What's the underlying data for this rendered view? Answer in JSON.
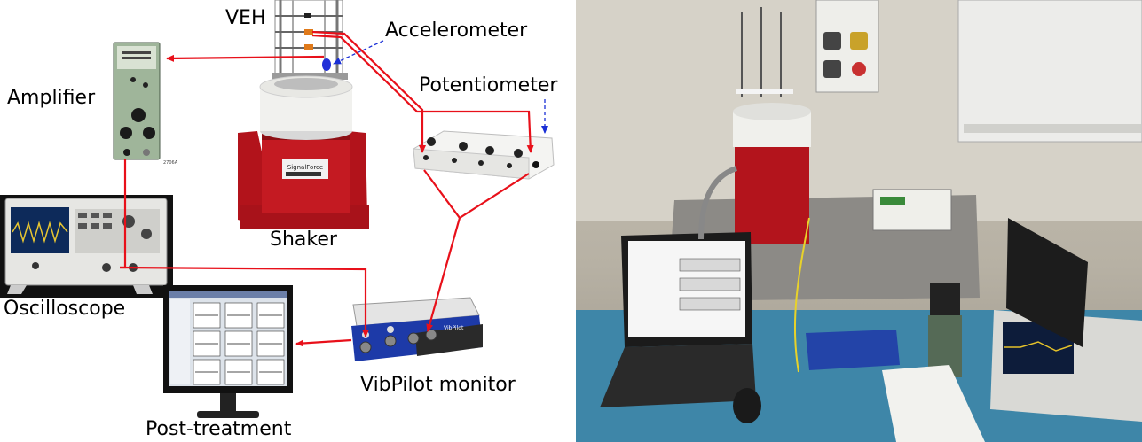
{
  "labels": {
    "veh": "VEH",
    "accelerometer": "Accelerometer",
    "amplifier": "Amplifier",
    "potentiometer": "Potentiometer",
    "shaker": "Shaker",
    "oscilloscope": "Oscilloscope",
    "vibpilot": "VibPilot monitor",
    "post_treatment": "Post-treatment"
  },
  "device_text": {
    "shaker_brand": "SignalForce",
    "vibpilot_brand": "VibPilot",
    "amplifier_model": "2706A"
  },
  "colors": {
    "connection": "#e8101a",
    "accelerometer_pointer": "#1a2fd6",
    "shaker_body": "#c41a22",
    "vibpilot_body": "#1d3aa8",
    "amplifier_body": "#9fb59a"
  }
}
